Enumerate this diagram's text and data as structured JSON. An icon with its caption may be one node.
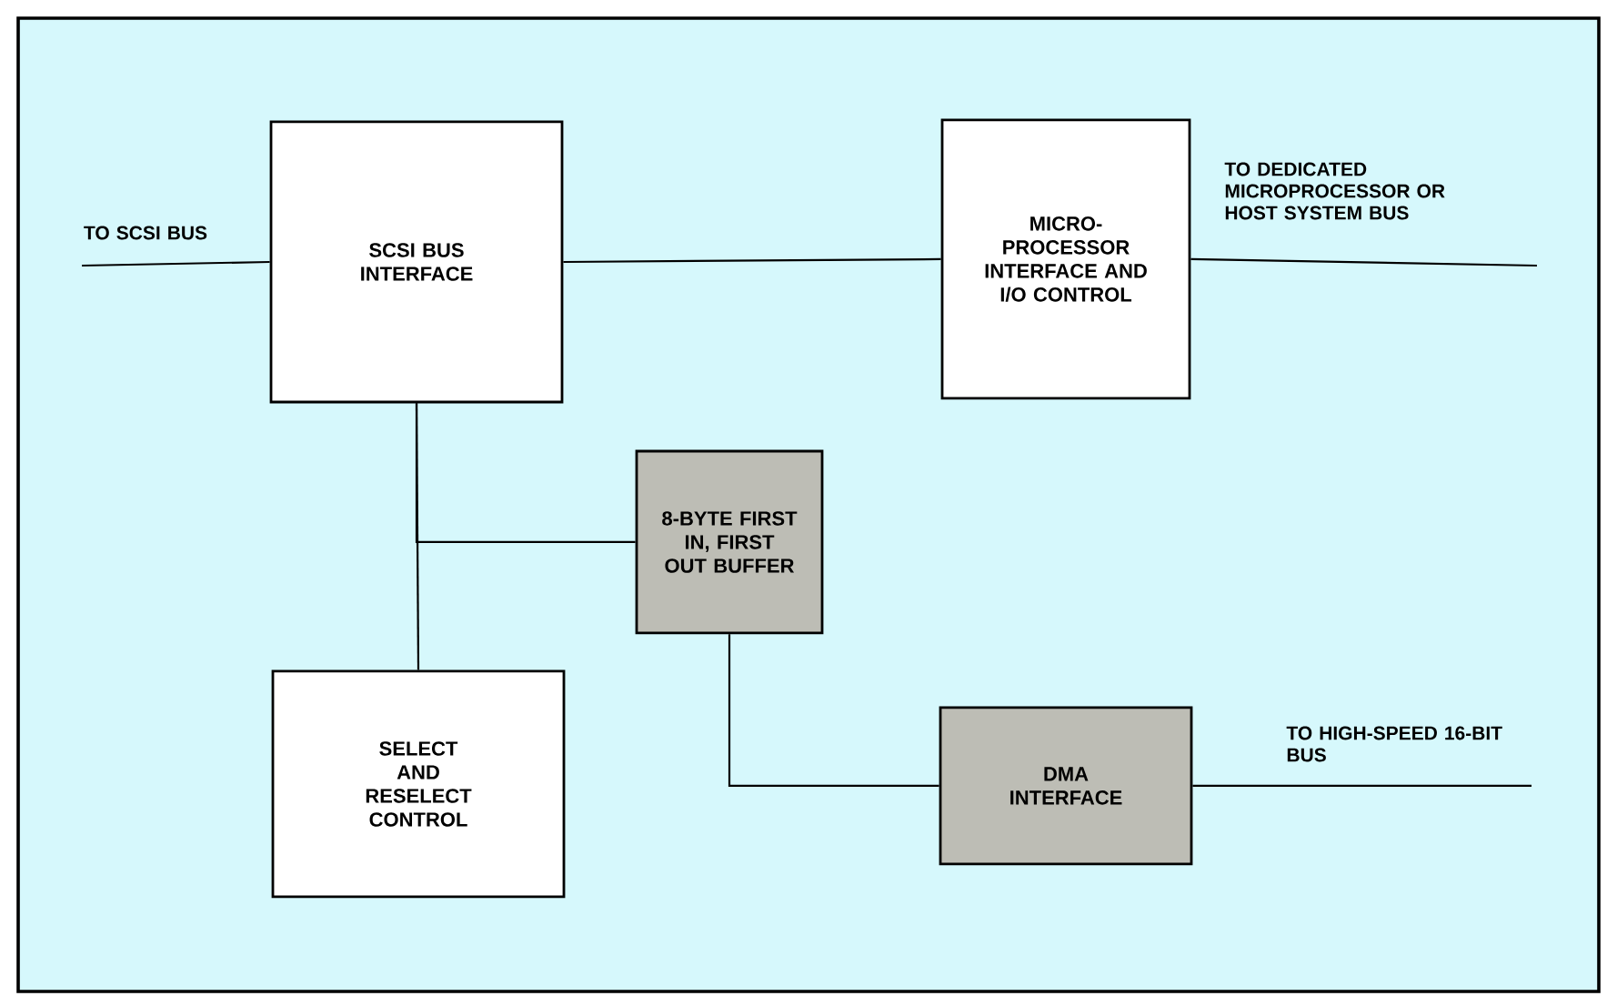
{
  "diagram": {
    "nodes": [
      {
        "text": [
          "SCSI BUS INTERFACE"
        ]
      },
      {
        "text": [
          "MICRO- PROCESSOR INTERFACE AND I/O CONTROL"
        ]
      },
      {
        "text": [
          "8-BYTE FIRST IN, FIRST OUT BUFFER"
        ]
      },
      {
        "text": [
          "SELECT AND RESELECT CONTROL"
        ]
      },
      {
        "text": [
          "DMA INTERFACE"
        ]
      }
    ],
    "edges": [
      {
        "from": null,
        "to": 0,
        "arrow": "none",
        "label": "TO SCSI BUS"
      },
      {
        "from": 0,
        "to": 1,
        "arrow": "none"
      },
      {
        "from": 0,
        "to": 2,
        "arrow": "none"
      },
      {
        "from": 0,
        "to": 3,
        "arrow": "none"
      },
      {
        "from": 2,
        "to": 4,
        "arrow": "none"
      },
      {
        "from": 1,
        "to": null,
        "arrow": "none",
        "label": "TO DEDICATED MICROPROCESSOR OR HOST SYSTEM BUS"
      },
      {
        "from": 4,
        "to": null,
        "arrow": "none",
        "label": "TO HIGH-SPEED 16-BIT BUS"
      }
    ]
  }
}
